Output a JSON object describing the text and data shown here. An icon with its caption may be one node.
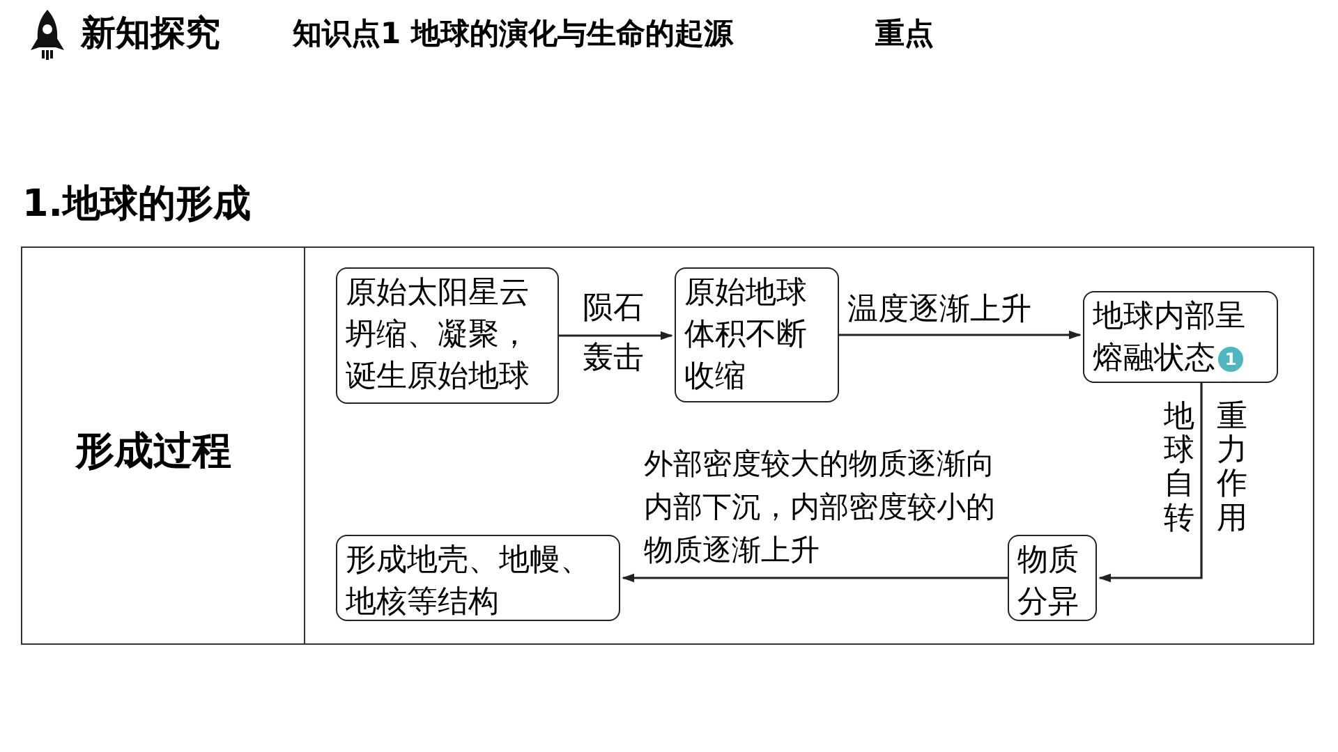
{
  "diagram": {
    "title": "1.地球的形成",
    "nodes": [
      {
        "text": [
          "原始太阳星云坍缩、凝聚，诞生原始地球"
        ]
      },
      {
        "text": [
          "原始地球体积不断收缩"
        ]
      },
      {
        "text": [
          "地球内部呈熔融状态",
          "1"
        ]
      },
      {
        "text": [
          "物质分异"
        ]
      },
      {
        "text": [
          "形成地壳、地幔、地核等结构"
        ]
      }
    ],
    "edges": [
      {
        "from": 0,
        "to": 1,
        "arrow": "to",
        "label": "陨石轰击"
      },
      {
        "from": 1,
        "to": 2,
        "arrow": "to",
        "label": "温度逐渐上升"
      },
      {
        "from": 2,
        "to": 3,
        "arrow": "to",
        "label": "地球自转"
      },
      {
        "from": 3,
        "to": 4,
        "arrow": "to",
        "label": "外部密度较大的物质逐渐向内部下沉，内部密度较小的物质逐渐上升"
      }
    ],
    "labels": [
      "新知探究",
      "知识点1 地球的演化与生命的起源",
      "重点",
      "形成过程",
      "重力作用"
    ]
  }
}
